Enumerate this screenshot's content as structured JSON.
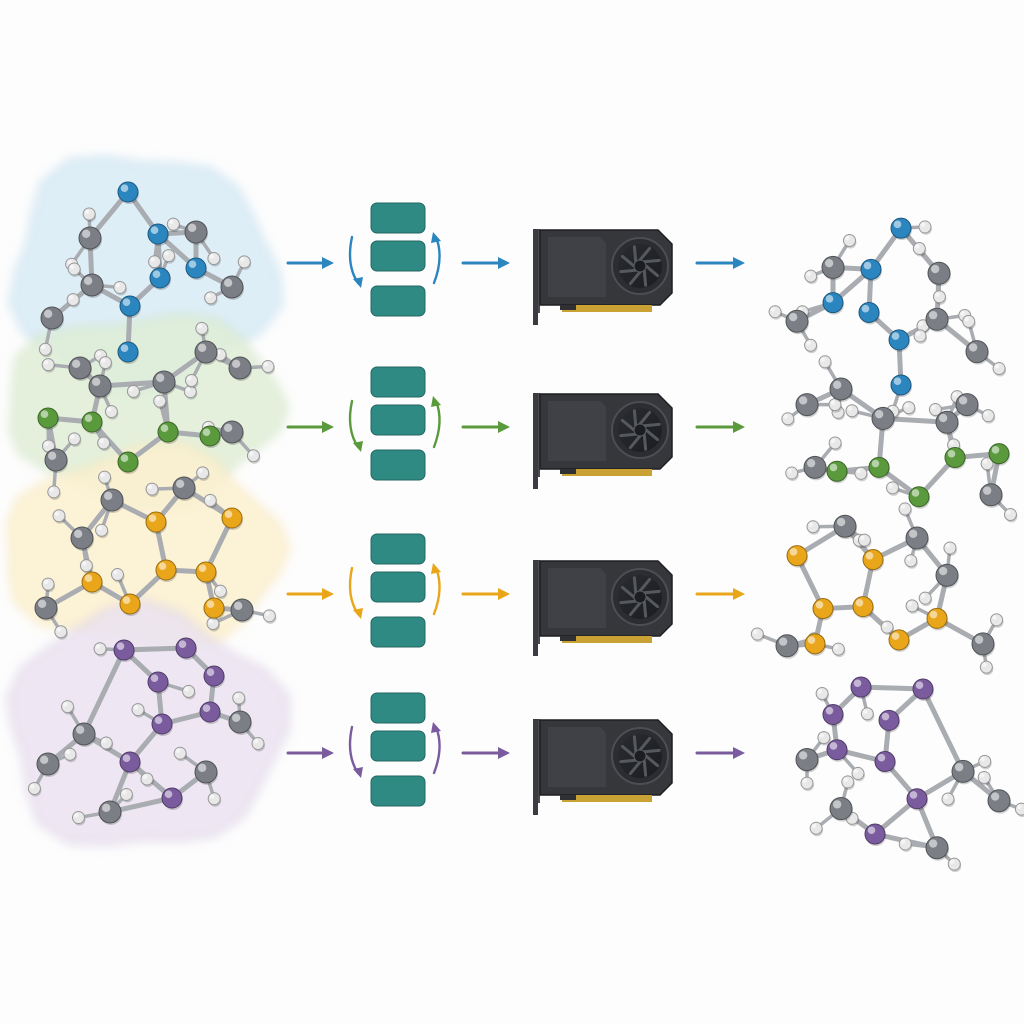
{
  "colors": {
    "blue": "#2b86c0",
    "green": "#5a9a3c",
    "yellow": "#e9a61b",
    "purple": "#7a5c9e",
    "carbon": "#7b7f85",
    "hydrogen": "#e8e8e8",
    "bond": "#a9acb1",
    "stack_block": "#2f8a83",
    "gpu_body": "#35373b"
  },
  "partitions": [
    {
      "id": "blue",
      "color_key": "blue",
      "halo": "#d8ebf6"
    },
    {
      "id": "green",
      "color_key": "green",
      "halo": "#dfeed6"
    },
    {
      "id": "yellow",
      "color_key": "yellow",
      "halo": "#fbf0cf"
    },
    {
      "id": "purple",
      "color_key": "purple",
      "halo": "#ebe3f1"
    }
  ],
  "pipeline_rows": [
    {
      "id": "row-1",
      "color_key": "blue",
      "stack_icon": "layer-stack-icon",
      "processor_icon": "gpu-card-icon"
    },
    {
      "id": "row-2",
      "color_key": "green",
      "stack_icon": "layer-stack-icon",
      "processor_icon": "gpu-card-icon"
    },
    {
      "id": "row-3",
      "color_key": "yellow",
      "stack_icon": "layer-stack-icon",
      "processor_icon": "gpu-card-icon"
    },
    {
      "id": "row-4",
      "color_key": "purple",
      "stack_icon": "layer-stack-icon",
      "processor_icon": "gpu-card-icon"
    }
  ],
  "input_icon": "partitioned-molecule-icon",
  "output_icon": "reassembled-molecule-icon"
}
